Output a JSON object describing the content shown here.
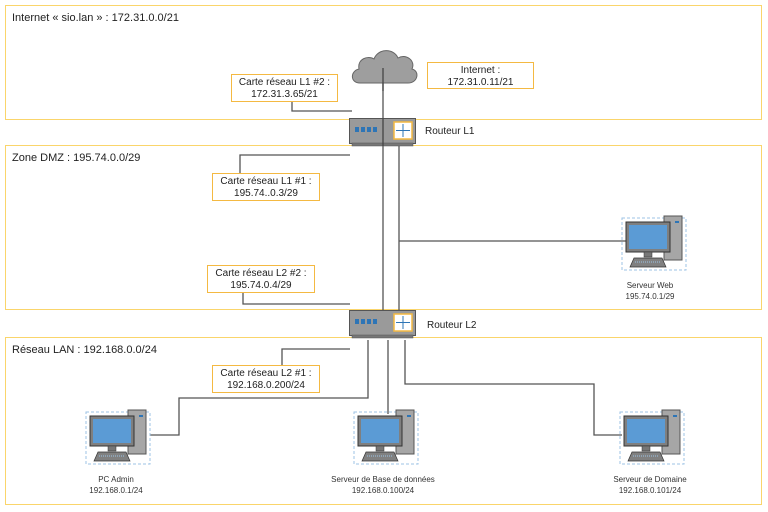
{
  "zones": {
    "internet": {
      "title": "Internet « sio.lan » : 172.31.0.0/21"
    },
    "dmz": {
      "title": "Zone DMZ : 195.74.0.0/29"
    },
    "lan": {
      "title": "Réseau LAN : 192.168.0.0/24"
    }
  },
  "labels": {
    "l1_nic2": {
      "line1": "Carte réseau L1 #2 :",
      "line2": "172.31.3.65/21"
    },
    "internet_ip": {
      "line1": "Internet :",
      "line2": "172.31.0.11/21"
    },
    "l1_nic1": {
      "line1": "Carte réseau L1 #1 :",
      "line2": "195.74..0.3/29"
    },
    "l2_nic2": {
      "line1": "Carte réseau L2 #2 :",
      "line2": "195.74.0.4/29"
    },
    "l2_nic1": {
      "line1": "Carte réseau L2 #1 :",
      "line2": "192.168.0.200/24"
    }
  },
  "routers": {
    "l1": {
      "name": "Routeur L1"
    },
    "l2": {
      "name": "Routeur L2"
    }
  },
  "devices": {
    "web": {
      "name": "Serveur Web",
      "ip": "195.74.0.1/29"
    },
    "admin": {
      "name": "PC Admin",
      "ip": "192.168.0.1/24"
    },
    "db": {
      "name": "Serveur de Base de données",
      "ip": "192.168.0.100/24"
    },
    "domain": {
      "name": "Serveur de Domaine",
      "ip": "192.168.0.101/24"
    }
  },
  "colors": {
    "zone_border": "#fad56b",
    "label_border": "#f4b942",
    "screen": "#5b9bd5",
    "device_gray": "#8c8c8c"
  }
}
